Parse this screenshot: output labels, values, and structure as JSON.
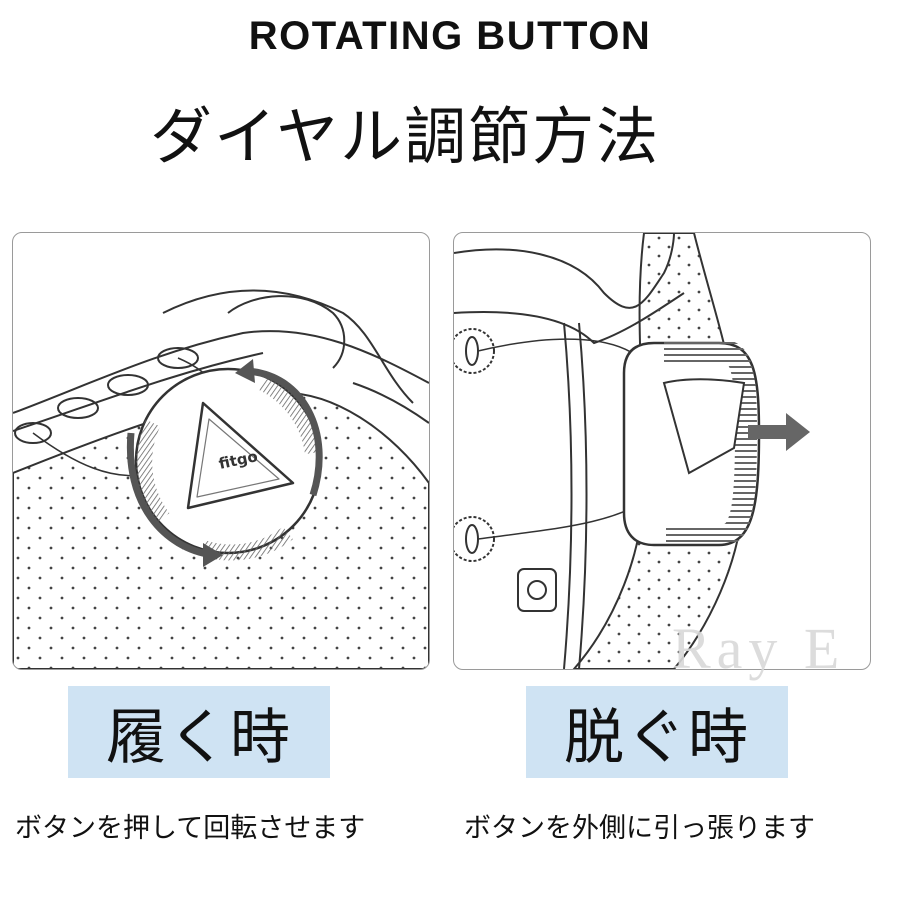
{
  "header": {
    "title_en": "ROTATING BUTTON",
    "title_jp": "ダイヤル調節方法"
  },
  "left_panel": {
    "logo_text": "fitgo",
    "label": "履く時",
    "caption": "ボタンを押して回転させます"
  },
  "right_panel": {
    "label": "脱ぐ時",
    "caption": "ボタンを外側に引っ張ります",
    "watermark": "Ray E"
  },
  "colors": {
    "label_bg": "#cfe3f3",
    "arrow": "#555555",
    "line": "#333333"
  }
}
